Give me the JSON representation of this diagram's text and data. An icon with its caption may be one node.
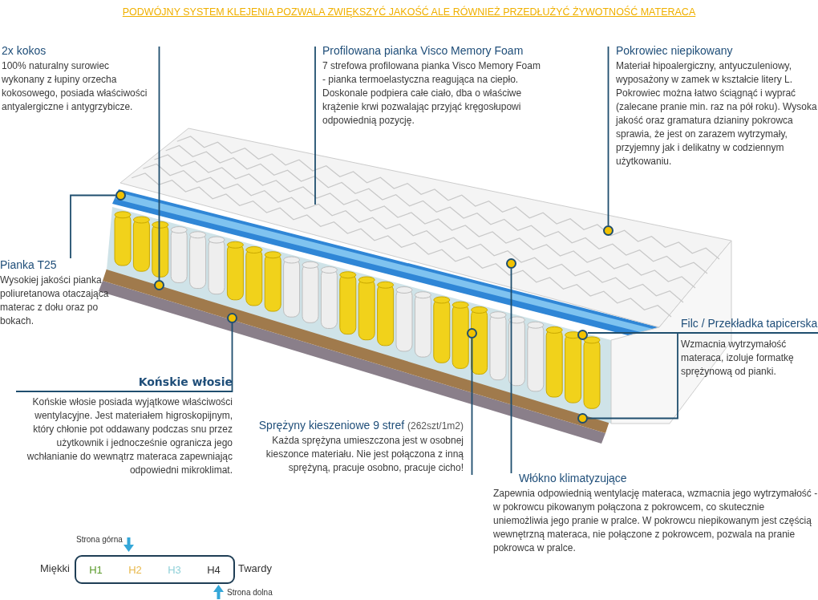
{
  "diagram": {
    "title": "PODWÓJNY SYSTEM KLEJENIA POZWALA ZWIĘKSZYĆ JAKOŚĆ ALE RÓWNIEŻ PRZEDŁUŻYĆ ŻYWOTNOŚĆ MATERACA",
    "nodes": [
      {
        "text": [
          "2x kokos",
          "100% naturalny surowiec wykonany z łupiny orzecha kokosowego, posiada właściwości antyalergiczne i antygrzybicze."
        ]
      },
      {
        "text": [
          "Profilowana pianka Visco Memory Foam",
          "7 strefowa profilowana pianka Visco Memory Foam - pianka termoelastyczna reagująca na ciepło.  Doskonale podpiera całe ciało, dba o właściwe krążenie krwi pozwalając przyjąć kręgosłupowi odpowiednią pozycję."
        ]
      },
      {
        "text": [
          "Pokrowiec  niepikowany",
          "Materiał hipoalergiczny, antyuczuleniowy, wyposażony w zamek w kształcie litery L. Pokrowiec można łatwo ściągnąć i wyprać (zalecane pranie min.  raz na pół roku). Wysoka jakość oraz gramatura dzianiny pokrowca sprawia, że jest on zarazem wytrzymały, przyjemny jak i delikatny w codziennym użytkowaniu."
        ]
      },
      {
        "text": [
          "Pianka T25",
          "Wysokiej jakości pianka poliuretanowa otaczająca materac z dołu oraz po bokach."
        ]
      },
      {
        "text": [
          "Końskie włosie",
          "Końskie włosie posiada wyjątkowe właściwości wentylacyjne. Jest materiałem higroskopijnym, który chłonie pot oddawany podczas snu przez użytkownik i jednocześnie ogranicza jego wchłanianie do wewnątrz materaca zapewniając odpowiedni mikroklimat."
        ]
      },
      {
        "text": [
          "Filc / Przekładka tapicerska",
          "Wzmacnia wytrzymałość materaca, izoluje formatkę sprężynową od pianki."
        ]
      },
      {
        "text": [
          "Sprężyny kieszeniowe 9 stref",
          "Każda sprężyna umieszczona jest w osobnej kieszonce materiału. Nie jest połączona z inną sprężyną, pracuje osobno, pracuje cicho!"
        ],
        "beside": [
          "(262szt/1m2)"
        ]
      },
      {
        "text": [
          "Włókno klimatyzujące",
          "Zapewnia odpowiednią wentylację materaca, wzmacnia jego wytrzymałość - w pokrowcu pikowanym połączona z pokrowcem, co skutecznie uniemożliwia jego pranie w pralce. W pokrowcu niepikowanym jest częścią wewnętrzną materaca, nie połączone z pokrowcem, pozwala na pranie pokrowca w pralce."
        ]
      },
      {
        "text": [
          "H1",
          "H2",
          "H3",
          "H4"
        ],
        "beside": [
          "Miękki",
          "Twardy"
        ]
      },
      {
        "text": [],
        "shape": "circle"
      },
      {
        "text": [],
        "shape": "circle"
      },
      {
        "text": [],
        "shape": "circle"
      },
      {
        "text": [],
        "shape": "circle"
      },
      {
        "text": [],
        "shape": "circle"
      },
      {
        "text": [],
        "shape": "circle"
      },
      {
        "text": [],
        "shape": "circle"
      },
      {
        "text": [],
        "shape": "circle"
      }
    ],
    "edges": [
      {
        "from": 0,
        "to": 10,
        "arrow": "none"
      },
      {
        "from": 1,
        "to": null,
        "arrow": "none"
      },
      {
        "from": 2,
        "to": 16,
        "arrow": "none"
      },
      {
        "from": 3,
        "to": 9,
        "arrow": "none"
      },
      {
        "from": 4,
        "to": 11,
        "arrow": "none"
      },
      {
        "from": 5,
        "to": 14,
        "arrow": "none"
      },
      {
        "from": 5,
        "to": 15,
        "arrow": "none"
      },
      {
        "from": 6,
        "to": 12,
        "arrow": "none"
      },
      {
        "from": 7,
        "to": 13,
        "arrow": "none"
      }
    ],
    "labels": [
      "Strona górna",
      "Strona dolna"
    ]
  }
}
